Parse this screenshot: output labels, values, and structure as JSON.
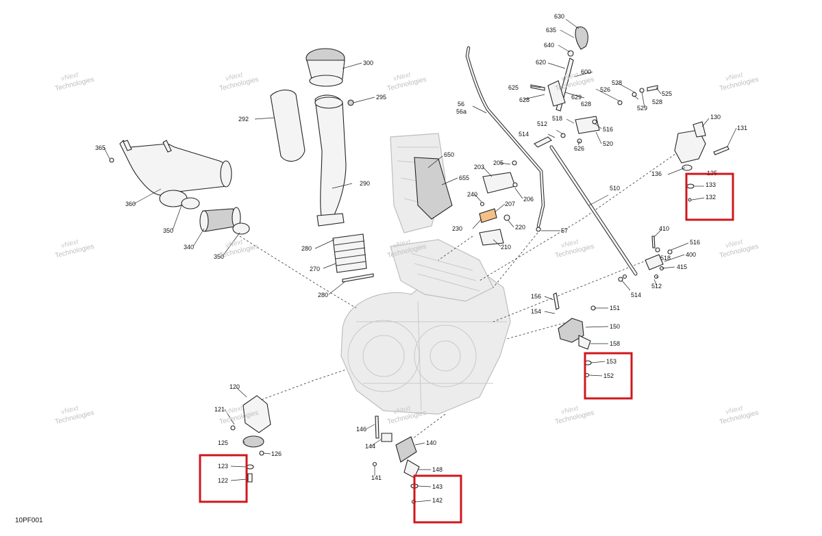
{
  "diagram_code": "10PF001",
  "watermark": {
    "line1": "vNext",
    "line2": "Technologies"
  },
  "callouts": {
    "c630": "630",
    "c635": "635",
    "c640": "640",
    "c620": "620",
    "c600": "600",
    "c625": "625",
    "c628a": "628",
    "c629": "629",
    "c628b": "628",
    "c526": "526",
    "c528a": "528",
    "c529": "529",
    "c528b": "528",
    "c525": "525",
    "c514a": "514",
    "c512a": "512",
    "c518a": "518",
    "c516a": "516",
    "c626": "626",
    "c520": "520",
    "c300": "300",
    "c295": "295",
    "c292": "292",
    "c290": "290",
    "c280a": "280",
    "c270": "270",
    "c280b": "280",
    "c56": "56",
    "c56a": "56a",
    "c650": "650",
    "c655": "655",
    "c203": "203",
    "c205": "205",
    "c206": "206",
    "c240": "240",
    "c207": "207",
    "c230": "230",
    "c220": "220",
    "c210": "210",
    "c57": "57",
    "c365": "365",
    "c360": "360",
    "c350a": "350",
    "c340": "340",
    "c350b": "350",
    "c510": "510",
    "c130": "130",
    "c131": "131",
    "c136": "136",
    "c135": "135",
    "c133": "133",
    "c132": "132",
    "c410": "410",
    "c516b": "516",
    "c400": "400",
    "c518b": "518",
    "c415": "415",
    "c512b": "512",
    "c514b": "514",
    "c156": "156",
    "c151": "151",
    "c154": "154",
    "c150": "150",
    "c158": "158",
    "c153": "153",
    "c152": "152",
    "c120": "120",
    "c121": "121",
    "c125": "125",
    "c126": "126",
    "c123": "123",
    "c122": "122",
    "c146": "146",
    "c144": "144",
    "c140": "140",
    "c141": "141",
    "c148": "148",
    "c143": "143",
    "c142": "142"
  },
  "highlight_color": "#d0161c"
}
